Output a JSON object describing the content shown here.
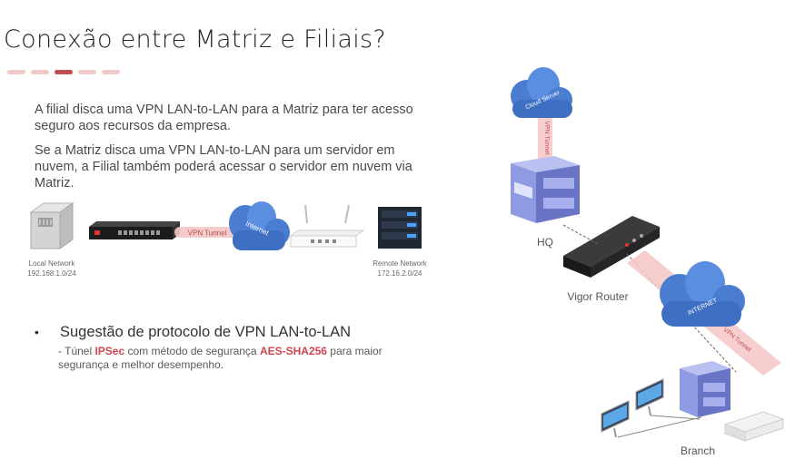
{
  "title": "Conexão entre Matriz e Filiais?",
  "paragraphs": [
    "A filial disca uma VPN LAN-to-LAN  para a Matriz para ter acesso seguro aos recursos da empresa.",
    "Se a Matriz disca uma VPN LAN-to-LAN  para um servidor em nuvem, a Filial também poderá acessar o servidor em nuvem via Matriz."
  ],
  "left_diagram": {
    "tunnel_label": "VPN Tunnel",
    "cloud_label": "Internet",
    "local_label": "Local Network",
    "local_ip": "192.168.1.0/24",
    "remote_label": "Remote Network",
    "remote_ip": "172.16.2.0/24"
  },
  "bullet": {
    "marker": "•",
    "text": "Sugestão de protocolo de VPN LAN-to-LAN",
    "sub_prefix": "-  Túnel ",
    "sub_ipsec": "IPSec",
    "sub_mid": " com método de segurança ",
    "sub_aes": "AES-SHA256",
    "sub_suffix": " para maior segurança e melhor desempenho."
  },
  "right_diagram": {
    "cloud_server_label": "Cloud Server",
    "vertical_tunnel_label": "VPN Tunnel",
    "hq_label": "HQ",
    "router_label": "Vigor Router",
    "internet_label": "INTERNET",
    "diagonal_tunnel_label": "VPN Tunnel",
    "branch_label": "Branch"
  },
  "colors": {
    "accent": "#c0504d",
    "tunnel": "#f4c6c6",
    "cloud": "#4a7cd0",
    "building": "#8f9be0",
    "highlight": "#d1464f"
  }
}
